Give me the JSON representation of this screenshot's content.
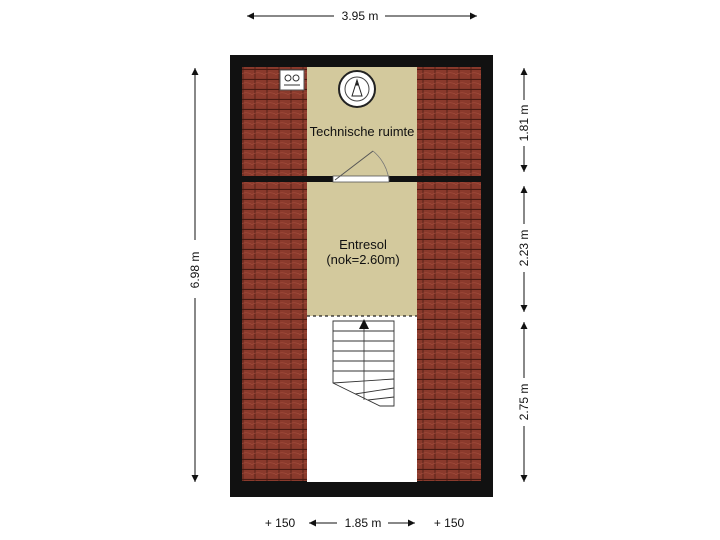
{
  "rooms": {
    "technical": {
      "name": "Technische ruimte"
    },
    "entresol": {
      "name": "Entresol",
      "note": "(nok=2.60m)"
    }
  },
  "dimensions": {
    "top_width": "3.95 m",
    "left_height": "6.98 m",
    "right_top": "1.81 m",
    "right_middle": "2.23 m",
    "right_bottom": "2.75 m",
    "bottom_left": "+ 150",
    "bottom_center": "1.85 m",
    "bottom_right": "+ 150"
  },
  "colors": {
    "wall": "#111111",
    "roof_tile": "#8a3a2c",
    "roof_line": "#4a1a12",
    "floor": "#d3c99d",
    "background": "#ffffff"
  },
  "icons": {
    "boiler": "boiler-icon",
    "water_heater": "water-heater-icon",
    "stair_arrow": "arrow-up-icon"
  }
}
